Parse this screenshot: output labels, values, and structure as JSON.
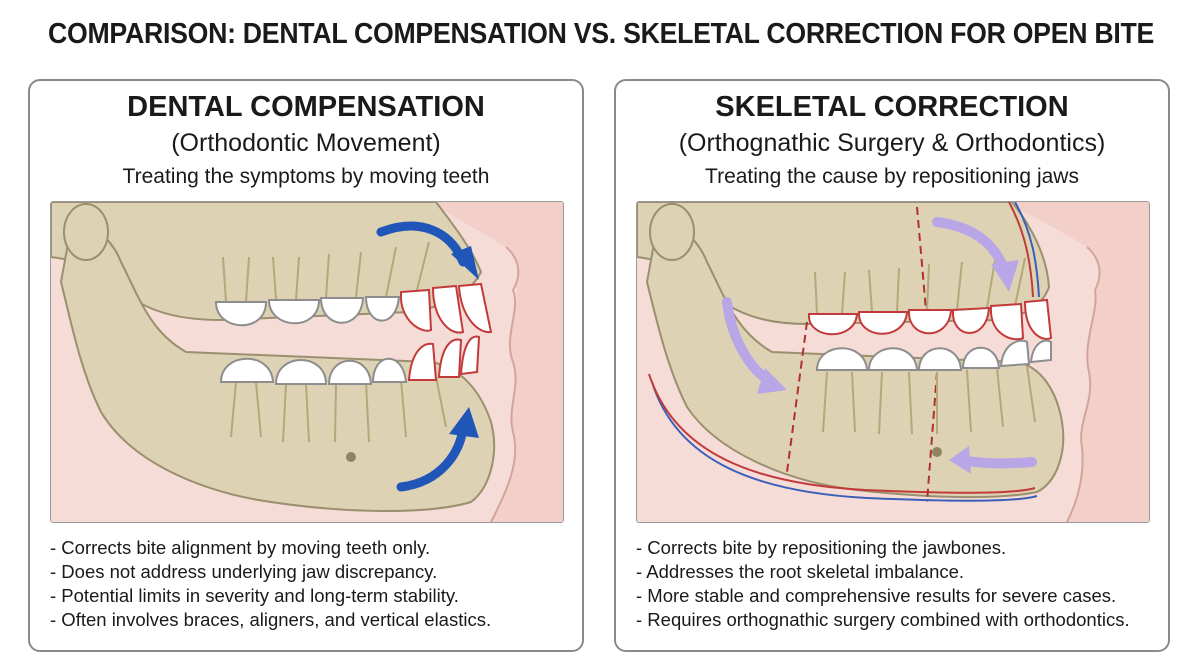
{
  "title": "COMPARISON: DENTAL COMPENSATION VS. SKELETAL CORRECTION FOR OPEN BITE",
  "panels": [
    {
      "heading": "DENTAL COMPENSATION",
      "subheading": "(Orthodontic Movement)",
      "tagline": "Treating the symptoms by moving teeth",
      "bullets": [
        "- Corrects bite alignment by moving teeth only.",
        "- Does not address underlying jaw discrepancy.",
        "- Potential limits in severity and long-term stability.",
        "- Often involves braces, aligners, and vertical elastics."
      ],
      "arrow_color": "#1f56b8"
    },
    {
      "heading": "SKELETAL CORRECTION",
      "subheading": "(Orthognathic Surgery & Orthodontics)",
      "tagline": "Treating the cause by repositioning jaws",
      "bullets": [
        "- Corrects bite by repositioning the jawbones.",
        "- Addresses the root skeletal imbalance.",
        "- More stable and comprehensive results for severe cases.",
        "- Requires orthognathic surgery combined with orthodontics."
      ],
      "arrow_color": "#b9a6e6"
    }
  ],
  "colors": {
    "bone": "#ddd3b4",
    "skin": "#f5dcd6",
    "tooth": "#ffffff",
    "outline_red": "#c23a3a",
    "outline_blue": "#3b5fb8"
  }
}
